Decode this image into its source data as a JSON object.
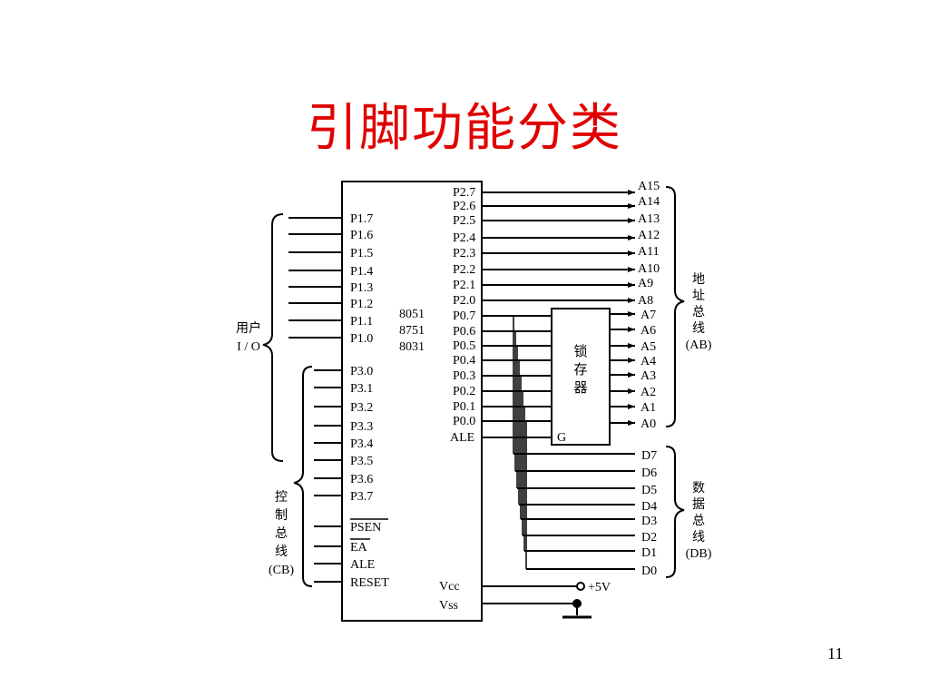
{
  "slide": {
    "title": "引脚功能分类",
    "page_number": "11"
  },
  "chip": {
    "models": [
      "8051",
      "8751",
      "8031"
    ],
    "left_p1": [
      "P1.7",
      "P1.6",
      "P1.5",
      "P1.4",
      "P1.3",
      "P1.2",
      "P1.1",
      "P1.0"
    ],
    "left_p3": [
      "P3.0",
      "P3.1",
      "P3.2",
      "P3.3",
      "P3.4",
      "P3.5",
      "P3.6",
      "P3.7"
    ],
    "left_ctrl": [
      "PSEN",
      "EA",
      "ALE",
      "RESET"
    ],
    "right_p2": [
      "P2.7",
      "P2.6",
      "P2.5",
      "P2.4",
      "P2.3",
      "P2.2",
      "P2.1",
      "P2.0"
    ],
    "right_p0": [
      "P0.7",
      "P0.6",
      "P0.5",
      "P0.4",
      "P0.3",
      "P0.2",
      "P0.1",
      "P0.0"
    ],
    "right_ale": "ALE",
    "vcc": "Vcc",
    "vss": "Vss"
  },
  "latch": {
    "label_chars": [
      "锁",
      "存",
      "器"
    ],
    "gate": "G"
  },
  "outputs": {
    "high_addr": [
      "A15",
      "A14",
      "A13",
      "A12",
      "A11",
      "A10",
      "A9",
      "A8"
    ],
    "low_addr": [
      "A7",
      "A6",
      "A5",
      "A4",
      "A3",
      "A2",
      "A1",
      "A0"
    ],
    "data": [
      "D7",
      "D6",
      "D5",
      "D4",
      "D3",
      "D2",
      "D1",
      "D0"
    ],
    "power": "+5V"
  },
  "groups": {
    "user_io": [
      "用户",
      "I / O"
    ],
    "control_bus": [
      "控",
      "制",
      "总",
      "线",
      "(CB)"
    ],
    "address_bus": [
      "地",
      "址",
      "总",
      "线",
      "(AB)"
    ],
    "data_bus": [
      "数",
      "据",
      "总",
      "线",
      "(DB)"
    ]
  }
}
